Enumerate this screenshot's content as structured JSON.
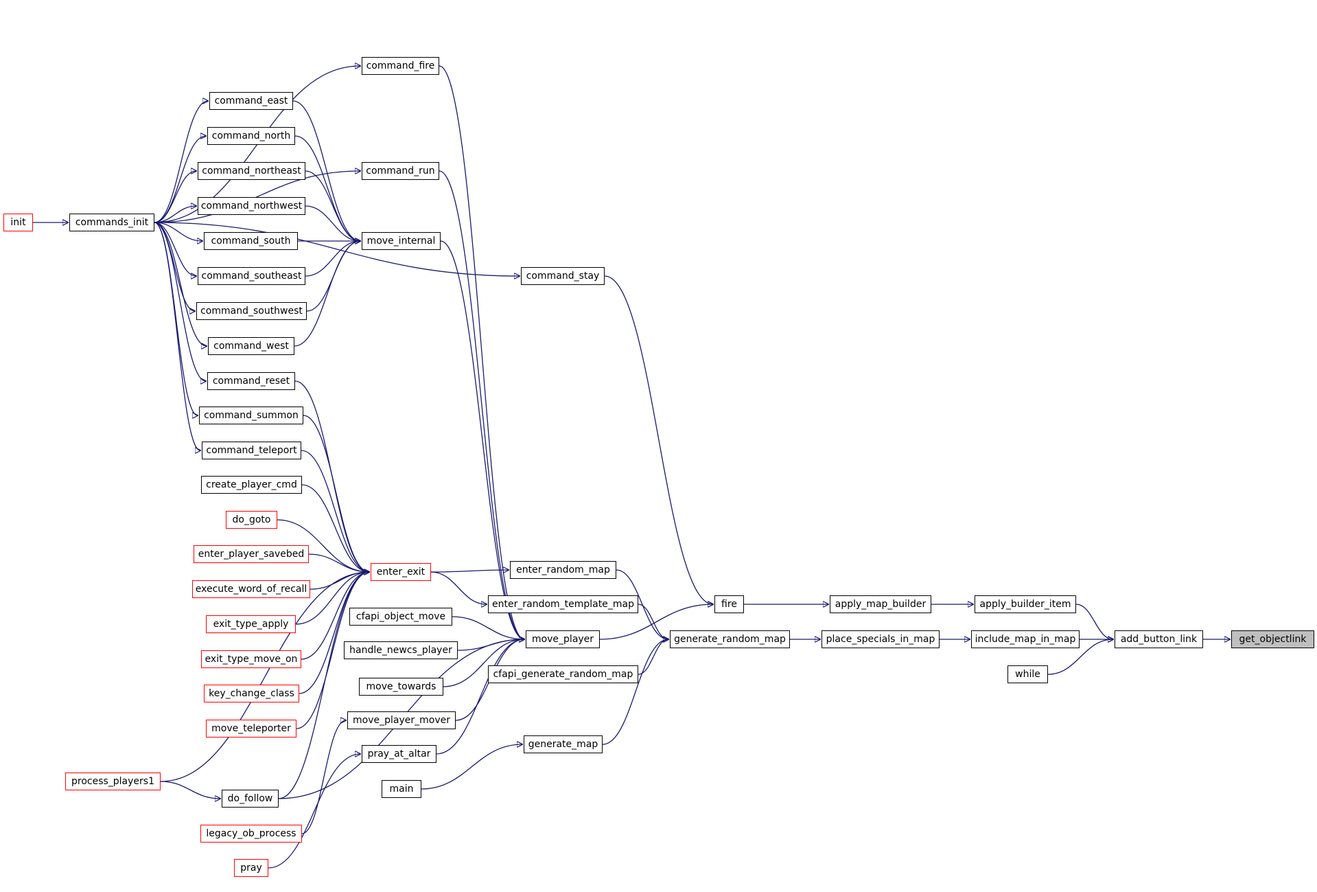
{
  "graph": {
    "edge_color": "#191970",
    "highlight_color": "#bfbfbf",
    "incomplete_border_color": "#ff0000",
    "nodes": {
      "init": {
        "label": "init",
        "border": "red"
      },
      "commands_init": {
        "label": "commands_init",
        "border": "black"
      },
      "command_fire": {
        "label": "command_fire",
        "border": "black"
      },
      "command_east": {
        "label": "command_east",
        "border": "black"
      },
      "command_north": {
        "label": "command_north",
        "border": "black"
      },
      "command_northeast": {
        "label": "command_northeast",
        "border": "black"
      },
      "command_northwest": {
        "label": "command_northwest",
        "border": "black"
      },
      "command_south": {
        "label": "command_south",
        "border": "black"
      },
      "command_southeast": {
        "label": "command_southeast",
        "border": "black"
      },
      "command_southwest": {
        "label": "command_southwest",
        "border": "black"
      },
      "command_west": {
        "label": "command_west",
        "border": "black"
      },
      "command_reset": {
        "label": "command_reset",
        "border": "black"
      },
      "command_summon": {
        "label": "command_summon",
        "border": "black"
      },
      "command_teleport": {
        "label": "command_teleport",
        "border": "black"
      },
      "create_player_cmd": {
        "label": "create_player_cmd",
        "border": "black"
      },
      "do_goto": {
        "label": "do_goto",
        "border": "red"
      },
      "enter_player_savebed": {
        "label": "enter_player_savebed",
        "border": "red"
      },
      "execute_word_of_recall": {
        "label": "execute_word_of_recall",
        "border": "red"
      },
      "exit_type_apply": {
        "label": "exit_type_apply",
        "border": "red"
      },
      "exit_type_move_on": {
        "label": "exit_type_move_on",
        "border": "red"
      },
      "key_change_class": {
        "label": "key_change_class",
        "border": "red"
      },
      "move_teleporter": {
        "label": "move_teleporter",
        "border": "red"
      },
      "process_players1": {
        "label": "process_players1",
        "border": "red"
      },
      "do_follow": {
        "label": "do_follow",
        "border": "black"
      },
      "legacy_ob_process": {
        "label": "legacy_ob_process",
        "border": "red"
      },
      "pray": {
        "label": "pray",
        "border": "red"
      },
      "command_run": {
        "label": "command_run",
        "border": "black"
      },
      "move_internal": {
        "label": "move_internal",
        "border": "black"
      },
      "enter_exit": {
        "label": "enter_exit",
        "border": "red"
      },
      "cfapi_object_move": {
        "label": "cfapi_object_move",
        "border": "black"
      },
      "handle_newcs_player": {
        "label": "handle_newcs_player",
        "border": "black"
      },
      "move_towards": {
        "label": "move_towards",
        "border": "black"
      },
      "move_player_mover": {
        "label": "move_player_mover",
        "border": "black"
      },
      "pray_at_altar": {
        "label": "pray_at_altar",
        "border": "black"
      },
      "main": {
        "label": "main",
        "border": "black"
      },
      "command_stay": {
        "label": "command_stay",
        "border": "black"
      },
      "enter_random_map": {
        "label": "enter_random_map",
        "border": "black"
      },
      "enter_random_template_map": {
        "label": "enter_random_template_map",
        "border": "black"
      },
      "move_player": {
        "label": "move_player",
        "border": "black"
      },
      "cfapi_generate_random_map": {
        "label": "cfapi_generate_random_map",
        "border": "black"
      },
      "generate_map": {
        "label": "generate_map",
        "border": "black"
      },
      "fire": {
        "label": "fire",
        "border": "black"
      },
      "generate_random_map": {
        "label": "generate_random_map",
        "border": "black"
      },
      "apply_map_builder": {
        "label": "apply_map_builder",
        "border": "black"
      },
      "place_specials_in_map": {
        "label": "place_specials_in_map",
        "border": "black"
      },
      "apply_builder_item": {
        "label": "apply_builder_item",
        "border": "black"
      },
      "include_map_in_map": {
        "label": "include_map_in_map",
        "border": "black"
      },
      "while": {
        "label": "while",
        "border": "black"
      },
      "add_button_link": {
        "label": "add_button_link",
        "border": "black"
      },
      "get_objectlink": {
        "label": "get_objectlink",
        "border": "black",
        "current": true
      }
    },
    "edges": [
      [
        "init",
        "commands_init"
      ],
      [
        "commands_init",
        "command_fire"
      ],
      [
        "commands_init",
        "command_east"
      ],
      [
        "commands_init",
        "command_north"
      ],
      [
        "commands_init",
        "command_northeast"
      ],
      [
        "commands_init",
        "command_northwest"
      ],
      [
        "commands_init",
        "command_south"
      ],
      [
        "commands_init",
        "command_southeast"
      ],
      [
        "commands_init",
        "command_southwest"
      ],
      [
        "commands_init",
        "command_west"
      ],
      [
        "commands_init",
        "command_reset"
      ],
      [
        "commands_init",
        "command_summon"
      ],
      [
        "commands_init",
        "command_teleport"
      ],
      [
        "commands_init",
        "command_run"
      ],
      [
        "commands_init",
        "command_stay"
      ],
      [
        "command_east",
        "move_internal"
      ],
      [
        "command_north",
        "move_internal"
      ],
      [
        "command_northeast",
        "move_internal"
      ],
      [
        "command_northwest",
        "move_internal"
      ],
      [
        "command_south",
        "move_internal"
      ],
      [
        "command_southeast",
        "move_internal"
      ],
      [
        "command_southwest",
        "move_internal"
      ],
      [
        "command_west",
        "move_internal"
      ],
      [
        "command_reset",
        "enter_exit"
      ],
      [
        "command_summon",
        "enter_exit"
      ],
      [
        "command_teleport",
        "enter_exit"
      ],
      [
        "create_player_cmd",
        "enter_exit"
      ],
      [
        "do_goto",
        "enter_exit"
      ],
      [
        "enter_player_savebed",
        "enter_exit"
      ],
      [
        "execute_word_of_recall",
        "enter_exit"
      ],
      [
        "exit_type_apply",
        "enter_exit"
      ],
      [
        "exit_type_move_on",
        "enter_exit"
      ],
      [
        "key_change_class",
        "enter_exit"
      ],
      [
        "move_teleporter",
        "enter_exit"
      ],
      [
        "process_players1",
        "enter_exit"
      ],
      [
        "process_players1",
        "do_follow"
      ],
      [
        "do_follow",
        "enter_exit"
      ],
      [
        "do_follow",
        "move_player"
      ],
      [
        "legacy_ob_process",
        "move_player_mover"
      ],
      [
        "pray",
        "pray_at_altar"
      ],
      [
        "command_fire",
        "move_player"
      ],
      [
        "command_run",
        "move_player"
      ],
      [
        "move_internal",
        "move_player"
      ],
      [
        "enter_exit",
        "enter_random_map"
      ],
      [
        "enter_exit",
        "enter_random_template_map"
      ],
      [
        "cfapi_object_move",
        "move_player"
      ],
      [
        "handle_newcs_player",
        "move_player"
      ],
      [
        "move_towards",
        "move_player"
      ],
      [
        "move_player_mover",
        "move_player"
      ],
      [
        "pray_at_altar",
        "move_player"
      ],
      [
        "main",
        "generate_map"
      ],
      [
        "command_stay",
        "fire"
      ],
      [
        "move_player",
        "fire"
      ],
      [
        "enter_random_map",
        "generate_random_map"
      ],
      [
        "enter_random_template_map",
        "generate_random_map"
      ],
      [
        "cfapi_generate_random_map",
        "generate_random_map"
      ],
      [
        "generate_map",
        "generate_random_map"
      ],
      [
        "fire",
        "apply_map_builder"
      ],
      [
        "generate_random_map",
        "place_specials_in_map"
      ],
      [
        "apply_map_builder",
        "apply_builder_item"
      ],
      [
        "place_specials_in_map",
        "include_map_in_map"
      ],
      [
        "apply_builder_item",
        "add_button_link"
      ],
      [
        "include_map_in_map",
        "add_button_link"
      ],
      [
        "while",
        "add_button_link"
      ],
      [
        "add_button_link",
        "get_objectlink"
      ]
    ]
  }
}
